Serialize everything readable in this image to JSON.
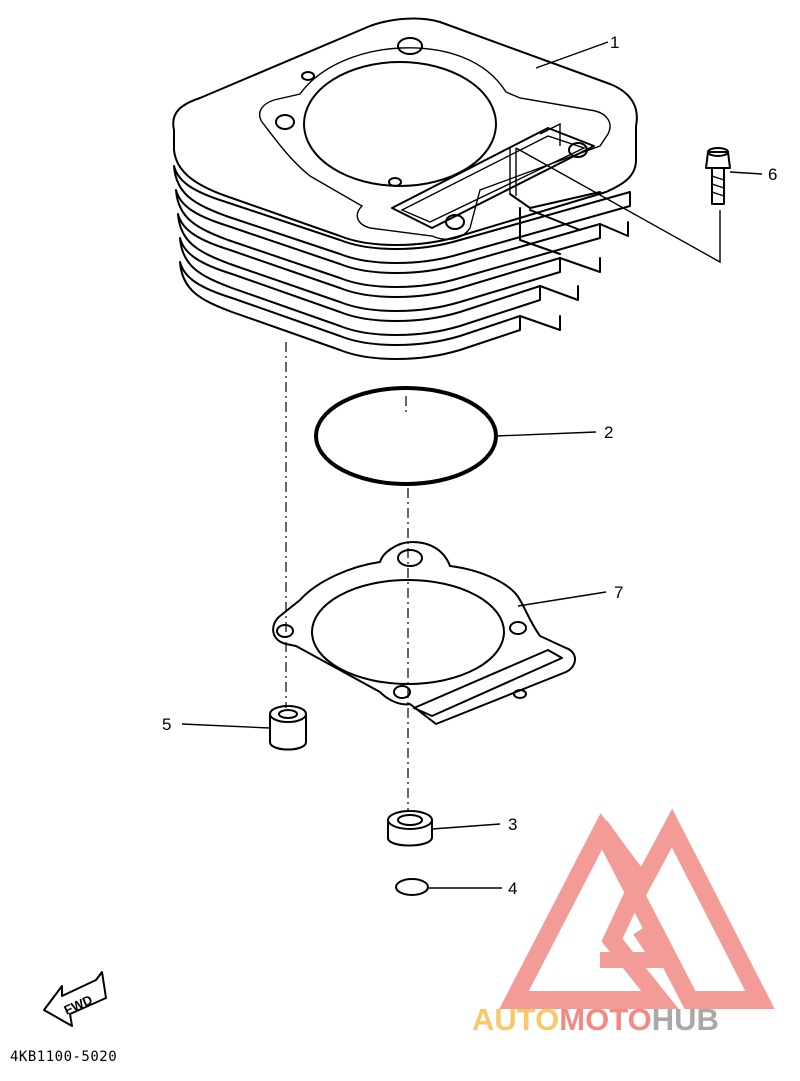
{
  "diagram": {
    "part_number": "4KB1100-5020",
    "fwd_label": "FWD",
    "callouts": [
      {
        "id": "1",
        "label": "1"
      },
      {
        "id": "2",
        "label": "2"
      },
      {
        "id": "3",
        "label": "3"
      },
      {
        "id": "4",
        "label": "4"
      },
      {
        "id": "5",
        "label": "5"
      },
      {
        "id": "6",
        "label": "6"
      },
      {
        "id": "7",
        "label": "7"
      }
    ]
  },
  "watermark": {
    "word_part1": "AUTO",
    "word_part2": "MOTO",
    "word_part3": "HUB",
    "colors": {
      "auto": "#f7c96b",
      "moto": "#f28a84",
      "hub": "#a9a9a9",
      "triangle": "#f28a84"
    }
  }
}
